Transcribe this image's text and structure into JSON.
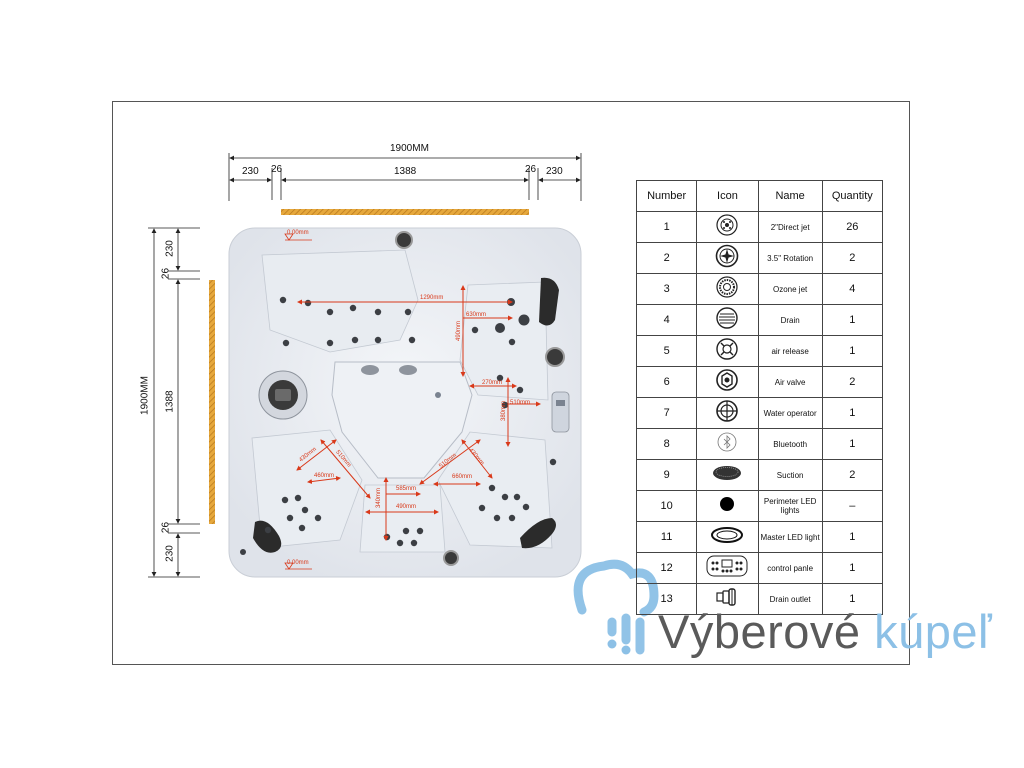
{
  "dimensions": {
    "top_total": "1900MM",
    "top_left": "230",
    "top_left_gap": "26",
    "top_inner": "1388",
    "top_right_gap": "26",
    "top_right": "230",
    "side_total": "1900MM",
    "side_top": "230",
    "side_top_gap": "26",
    "side_inner": "1388",
    "side_bottom_gap": "26",
    "side_bottom": "230"
  },
  "tub_labels": {
    "level_top": "0.00mm",
    "level_bottom": "0.00mm",
    "d1290": "1290mm",
    "d630": "630mm",
    "d490": "490mm",
    "d270": "270mm",
    "d510": "510mm",
    "d380": "380mm",
    "d430a": "430mm",
    "d510b": "510mm",
    "d460": "460mm",
    "d510c": "510mm",
    "d430b": "430mm",
    "d660": "660mm",
    "d340": "340mm",
    "d585": "585mm",
    "d490b": "490mm"
  },
  "table": {
    "headers": [
      "Number",
      "Icon",
      "Name",
      "Quantity"
    ],
    "rows": [
      {
        "number": "1",
        "icon": "direct-jet-icon",
        "name": "2\"Direct jet",
        "quantity": "26"
      },
      {
        "number": "2",
        "icon": "rotation-jet-icon",
        "name": "3.5\" Rotation",
        "quantity": "2"
      },
      {
        "number": "3",
        "icon": "ozone-jet-icon",
        "name": "Ozone jet",
        "quantity": "4"
      },
      {
        "number": "4",
        "icon": "drain-icon",
        "name": "Drain",
        "quantity": "1"
      },
      {
        "number": "5",
        "icon": "air-release-icon",
        "name": "air release",
        "quantity": "1"
      },
      {
        "number": "6",
        "icon": "air-valve-icon",
        "name": "Air valve",
        "quantity": "2"
      },
      {
        "number": "7",
        "icon": "water-operator-icon",
        "name": "Water operator",
        "quantity": "1"
      },
      {
        "number": "8",
        "icon": "bluetooth-icon",
        "name": "Bluetooth",
        "quantity": "1"
      },
      {
        "number": "9",
        "icon": "suction-icon",
        "name": "Suction",
        "quantity": "2"
      },
      {
        "number": "10",
        "icon": "perimeter-led-icon",
        "name": "Perimeter LED lights",
        "quantity": "–"
      },
      {
        "number": "11",
        "icon": "master-led-icon",
        "name": "Master LED light",
        "quantity": "1"
      },
      {
        "number": "12",
        "icon": "control-panel-icon",
        "name": "control panle",
        "quantity": "1"
      },
      {
        "number": "13",
        "icon": "drain-outlet-icon",
        "name": "Drain outlet",
        "quantity": "1"
      }
    ]
  },
  "watermark": {
    "brand_dark": "Výberové",
    "brand_light": "kúpeľ"
  },
  "colors": {
    "dimension_red": "#d9391a",
    "cover_strip": "#e0a43a",
    "watermark_blue": "#8cc0e6",
    "watermark_gray": "#5a5a5a"
  }
}
